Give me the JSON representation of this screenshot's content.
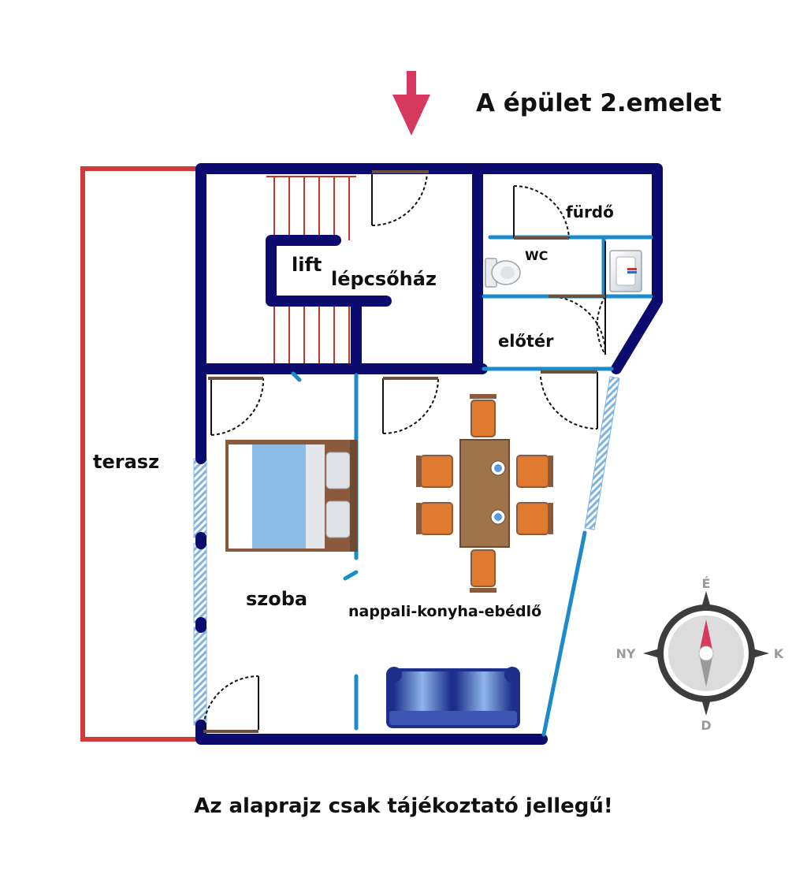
{
  "title": "A épület 2.emelet",
  "disclaimer": "Az alaprajz csak tájékoztató jellegű!",
  "rooms": {
    "terrace": "terasz",
    "lift": "lift",
    "stairwell": "lépcsőház",
    "bathroom": "fürdő",
    "wc": "WC",
    "hall": "előtér",
    "bedroom": "szoba",
    "living": "nappali-konyha-ebédlő"
  },
  "compass": {
    "north": "É",
    "east": "K",
    "south": "D",
    "west": "NY"
  },
  "colors": {
    "wall": "#0c0c6e",
    "partition": "#1a8ccc",
    "terrace": "#d23a3a",
    "arrow": "#d6385e",
    "stairs": "#c0392b",
    "furniture_wood": "#a0744a",
    "chair": "#e07a2e",
    "bed_blue": "#8bbde6"
  },
  "icons": {
    "entry_arrow": "entry-arrow-icon",
    "compass": "compass-icon",
    "toilet": "toilet-icon",
    "sink": "sink-icon",
    "bed": "bed-icon",
    "dining_table": "dining-table-icon",
    "sofa": "sofa-icon"
  }
}
